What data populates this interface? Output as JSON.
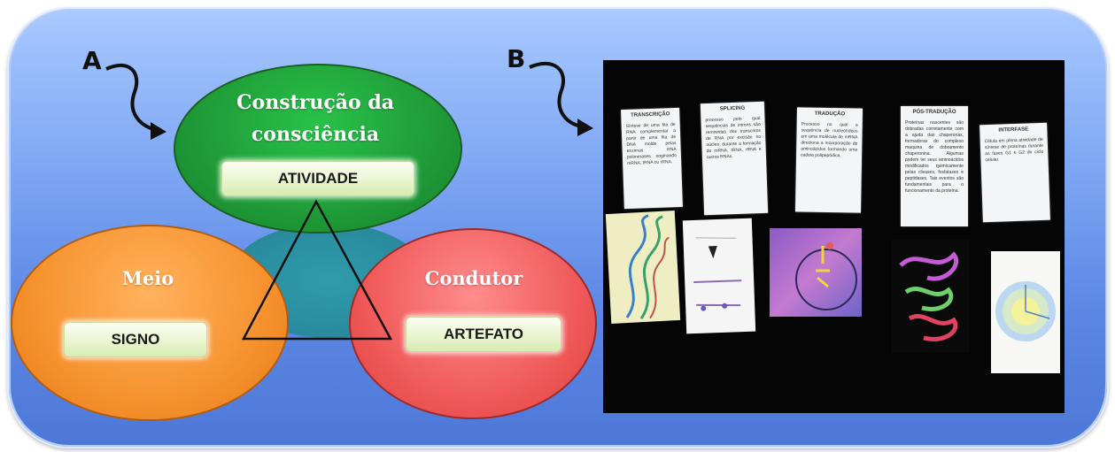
{
  "panel_a": {
    "letter": "A",
    "ellipses": {
      "top": {
        "title_line1": "Construção da",
        "title_line2": "consciência",
        "tag": "ATIVIDADE",
        "color": "#1f9a37"
      },
      "left": {
        "title": "Meio",
        "tag": "SIGNO",
        "color": "#f6922e"
      },
      "right": {
        "title": "Condutor",
        "tag": "ARTEFATO",
        "color": "#f05a5a"
      }
    },
    "overlap_color": "#2a8d9f"
  },
  "panel_b": {
    "letter": "B",
    "cards": [
      {
        "title": "TRANSCRIÇÃO",
        "text": "Síntese de uma fita de RNA complementar a partir de uma fita de DNA molde pelas enzimas RNA polimerases originando mRNA, tRNA ou rRNA."
      },
      {
        "title": "SPLICING",
        "text": "processo pelo qual sequências de introns são removidas dos transcritos de RNA por excisão no núcleo, durante a formação do mRNA, tRNA, rRNA e outros RNAs."
      },
      {
        "title": "TRADUÇÃO",
        "text": "Processo no qual a sequência de nucleotídeos em uma molécula de mRNA direciona a incorporação de aminoácidos formando uma cadeia polipeptídica."
      },
      {
        "title": "PÓS-TRADUÇÃO",
        "text": "Proteínas nascentes são dobradas corretamente com a ajuda das chaperonas, formadoras do complexo maquina de dobramento chaperonina. Algumas podem ter seus aminoácidos modificados quimicamente pelas clivases, fosfatases e peptidases. Tais eventos são fundamentais para o funcionamento da proteína."
      },
      {
        "title": "INTERFASE",
        "text": "Célula em plena atividade de síntese de proteínas durante as fases G1 e G2 do ciclo celular."
      }
    ],
    "images": [
      "dna-strand",
      "splicing-diagram",
      "translation-ribosome",
      "protein-folding",
      "cell-cycle"
    ]
  }
}
